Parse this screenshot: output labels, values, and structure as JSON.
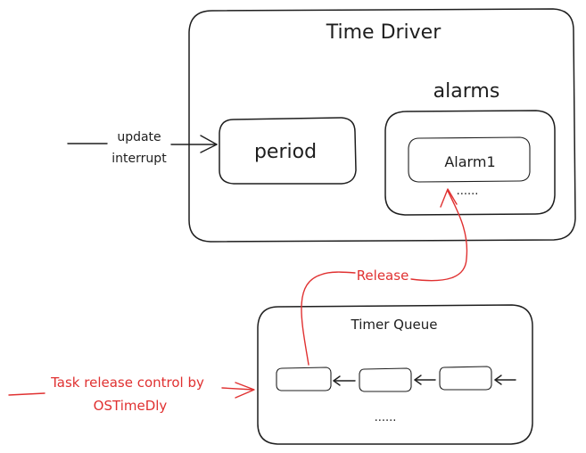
{
  "colors": {
    "ink": "#1e1e1e",
    "accent": "#e03131",
    "background": "#ffffff"
  },
  "time_driver": {
    "title": "Time Driver",
    "period_label": "period",
    "alarms_label": "alarms",
    "alarm_item": "Alarm1",
    "alarm_more": "......"
  },
  "update_interrupt": {
    "line1": "update",
    "line2": "interrupt"
  },
  "release_label": "Release",
  "timer_queue": {
    "title": "Timer Queue",
    "more": "......"
  },
  "task_release": {
    "line1": "Task release control by",
    "line2": "OSTimeDly"
  }
}
